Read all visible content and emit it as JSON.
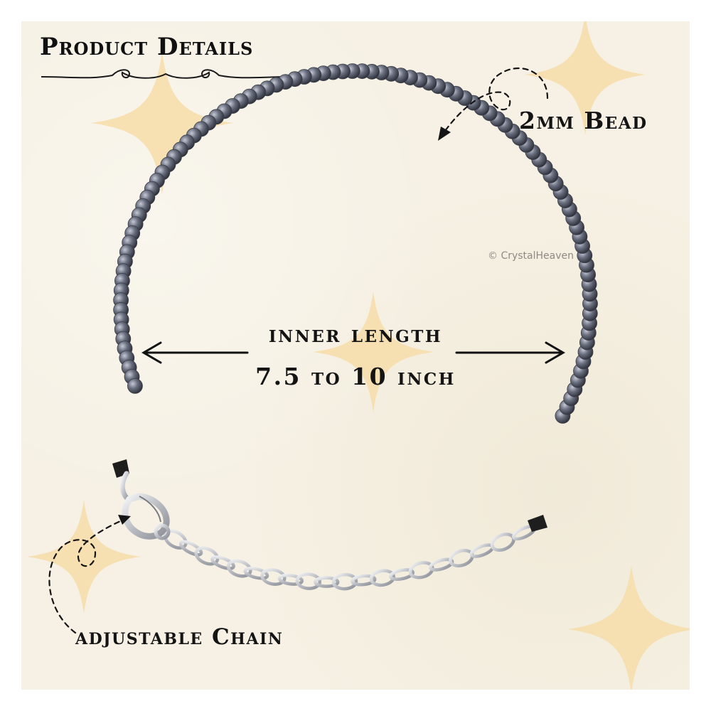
{
  "title": "Product Details",
  "labels": {
    "bead_size": "2mm Bead",
    "inner_length_line1": "inner length",
    "inner_length_line2": "7.5 to 10 inch",
    "chain": "adjustable Chain"
  },
  "watermark": "© CrystalHeaven",
  "icons": {
    "flourish": "wavy-divider-icon",
    "arrows": "dashed-curved-arrow-icon",
    "measure": "double-headed-arrow-icon",
    "decor": "four-point-sparkle-icon"
  },
  "colors": {
    "background": "#f6f1e4",
    "sparkle": "#f7deaa",
    "text": "#111111",
    "beads": "#5d6270",
    "chain": "#c9ccd1"
  }
}
